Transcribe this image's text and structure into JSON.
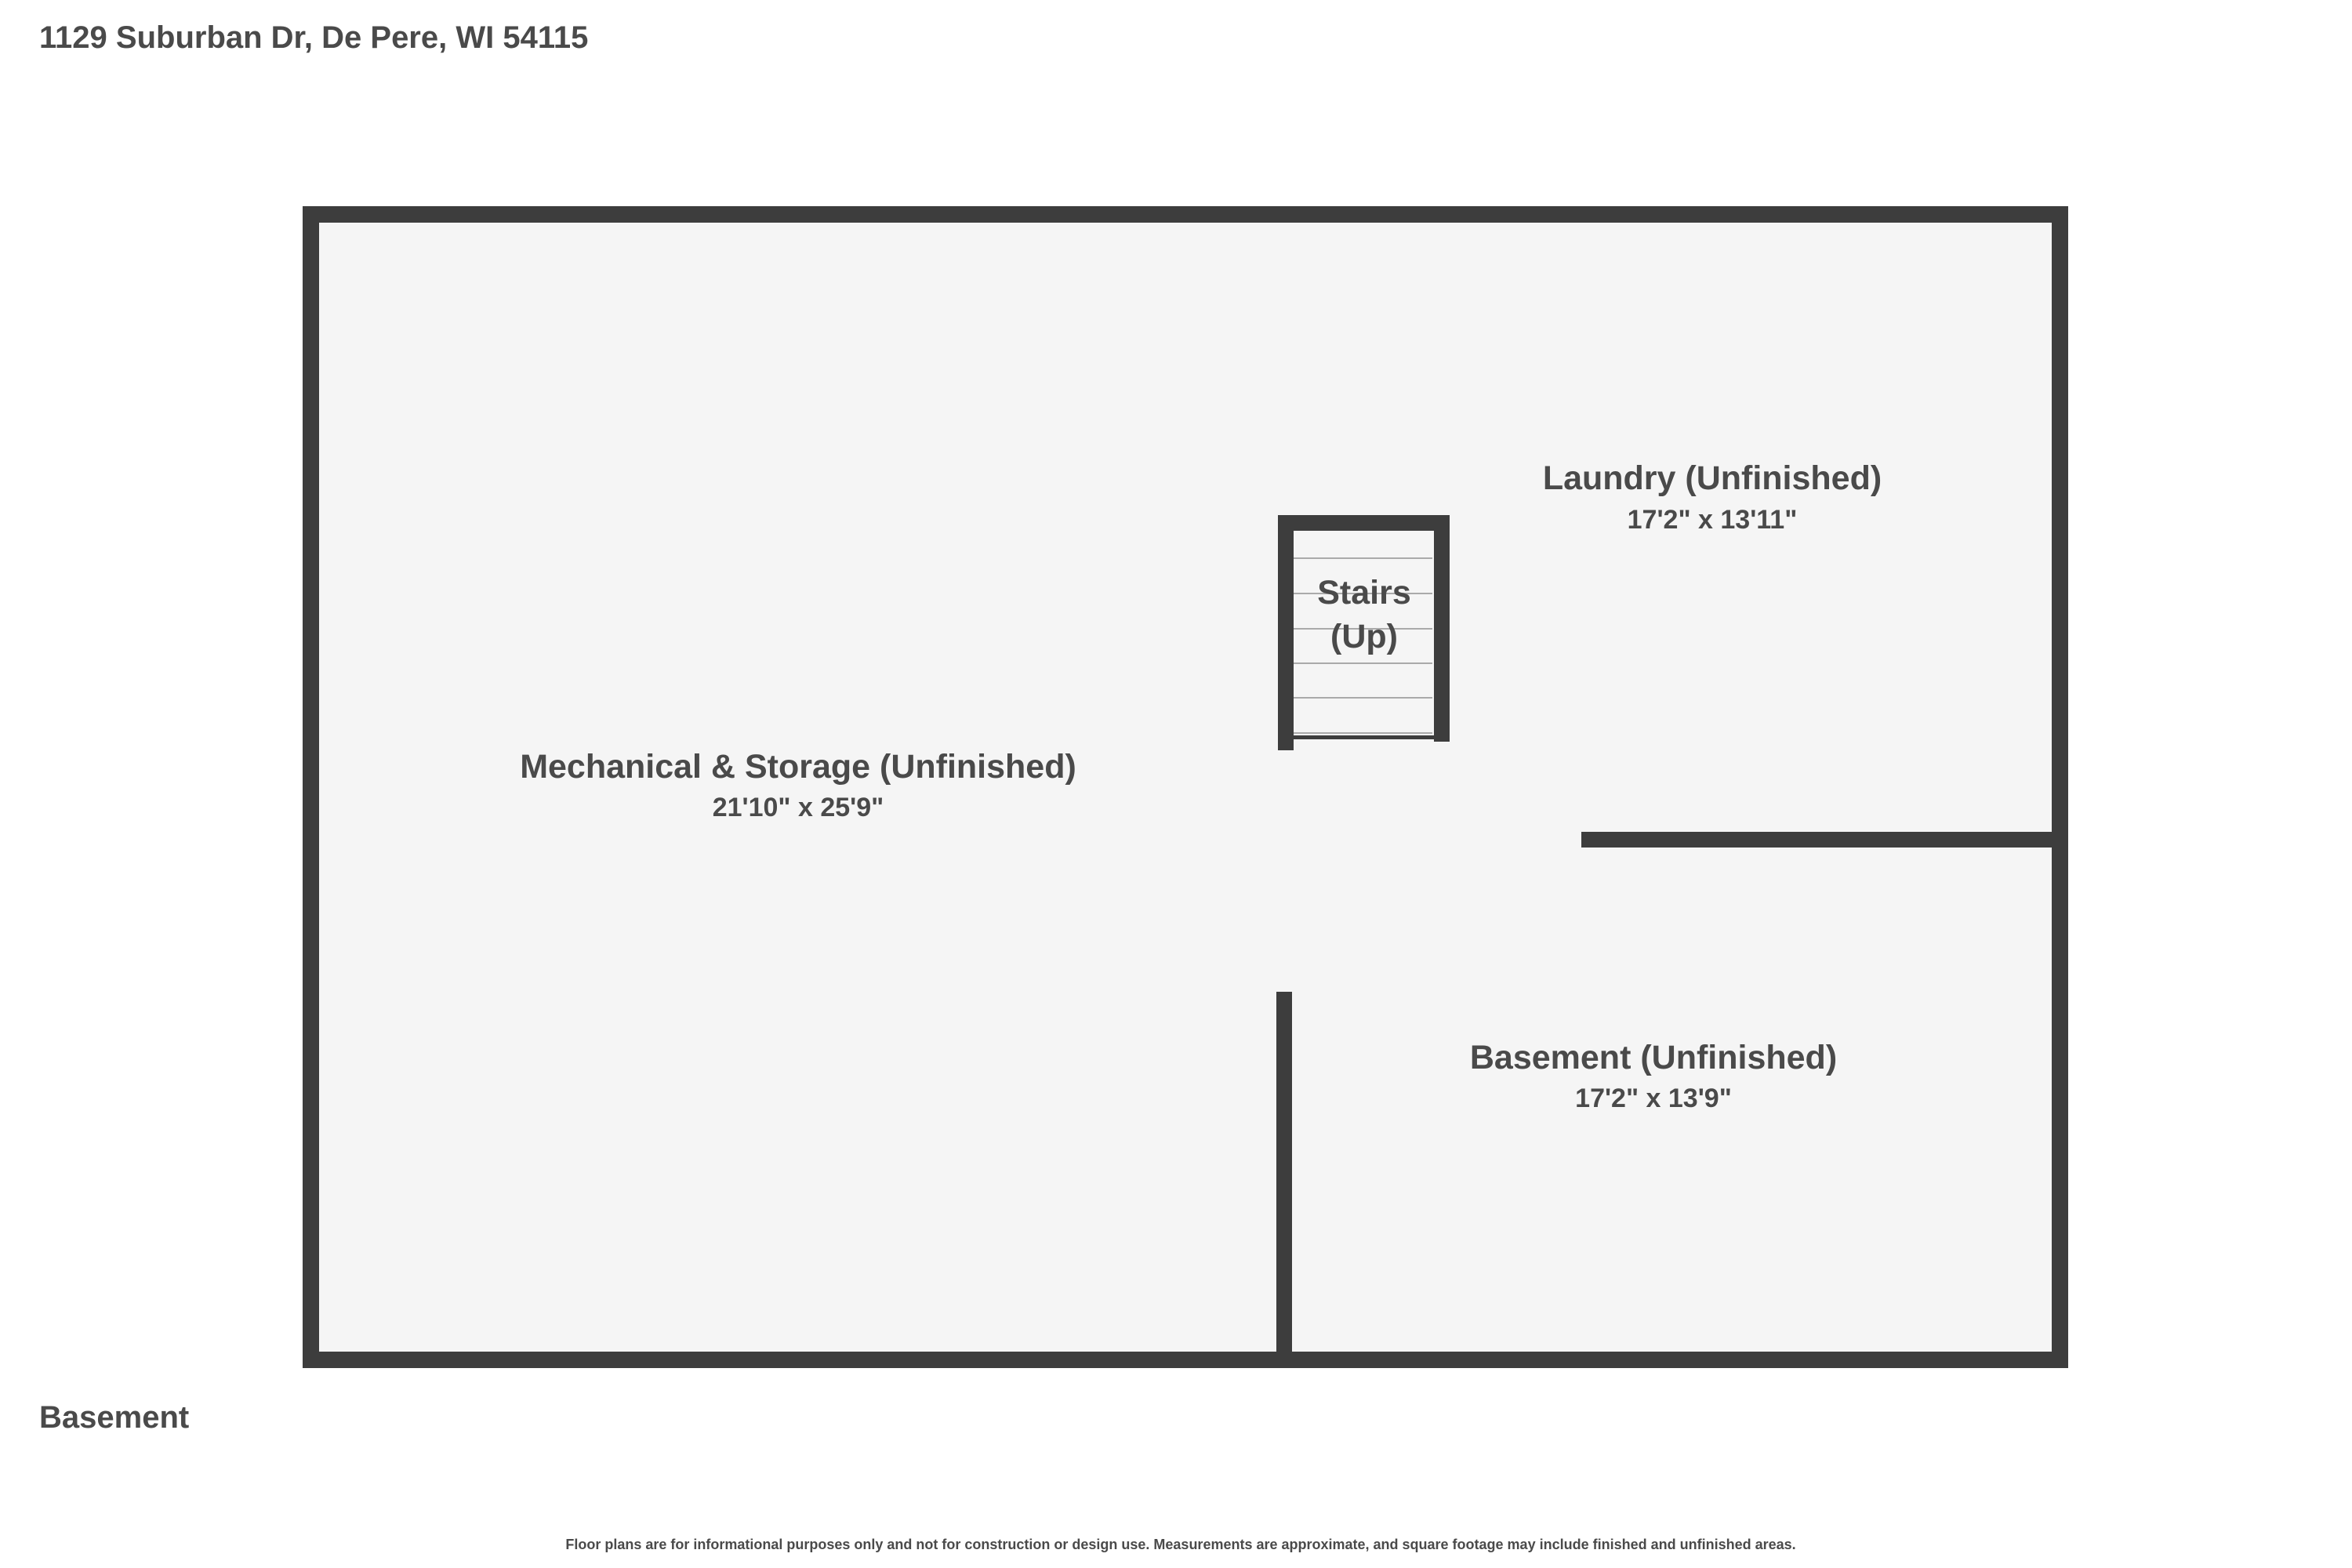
{
  "header": {
    "address": "1129 Suburban Dr, De Pere, WI 54115"
  },
  "floor": {
    "name": "Basement"
  },
  "rooms": {
    "mechanical": {
      "name": "Mechanical & Storage (Unfinished)",
      "dimensions": "21'10\" x 25'9\""
    },
    "laundry": {
      "name": "Laundry (Unfinished)",
      "dimensions": "17'2\" x 13'11\""
    },
    "basement": {
      "name": "Basement (Unfinished)",
      "dimensions": "17'2\" x 13'9\""
    },
    "stairs": {
      "line1": "Stairs",
      "line2": "(Up)"
    }
  },
  "footer": {
    "disclaimer": "Floor plans are for informational purposes only and not for construction or design use. Measurements are approximate, and square footage may include finished and unfinished areas."
  },
  "colors": {
    "wall": "#3d3d3d",
    "floor": "#f5f5f5",
    "text": "#4a4a4a",
    "stair_line": "#aaaaaa"
  }
}
